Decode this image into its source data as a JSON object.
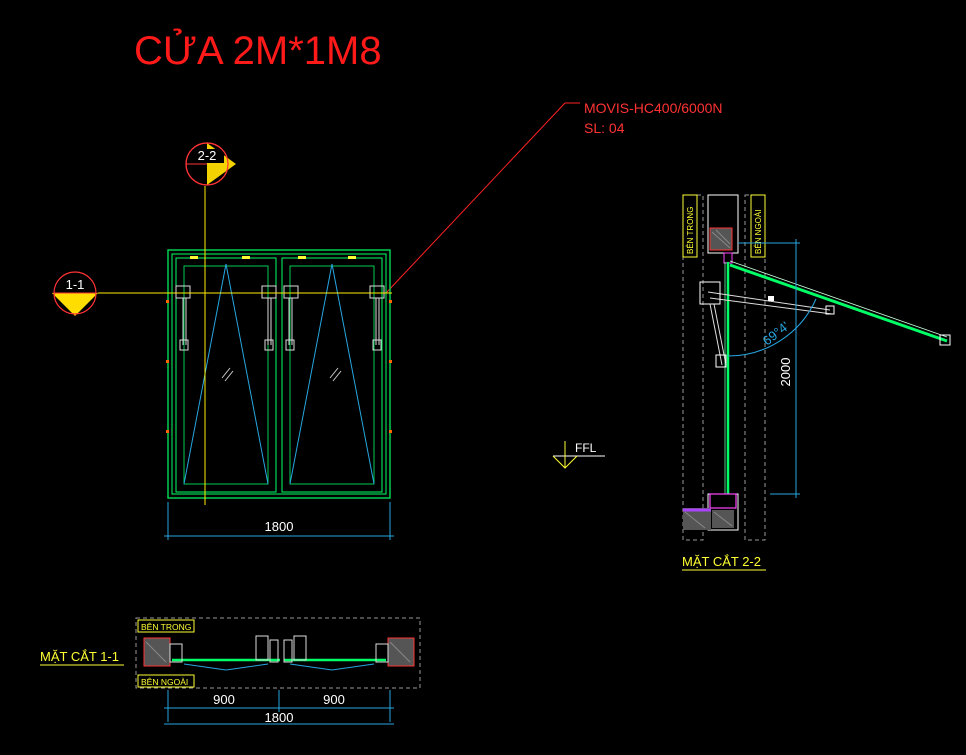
{
  "drawing": {
    "title": "CỬA 2M*1M8",
    "callout": {
      "line1": "MOVIS-HC400/6000N",
      "line2": "SL: 04"
    },
    "elevation": {
      "width_dim": "1800"
    },
    "markers": {
      "section_22": "2-2",
      "section_11": "1-1"
    },
    "section_22": {
      "label": "MẶT CẮT 2-2",
      "inside": "BÊN TRONG",
      "outside": "BÊN NGOÀI",
      "angle": "69°4'",
      "height_dim": "2000",
      "floor": "FFL"
    },
    "section_11": {
      "label": "MẶT CẮT 1-1",
      "inside": "BÊN TRONG",
      "outside": "BÊN NGOÀI",
      "dim_left": "900",
      "dim_right": "900",
      "dim_total": "1800"
    }
  },
  "colors": {
    "title": "#ff1a1a",
    "frame": "#00ff66",
    "dim": "#27a6e0",
    "label": "#ffff33"
  }
}
